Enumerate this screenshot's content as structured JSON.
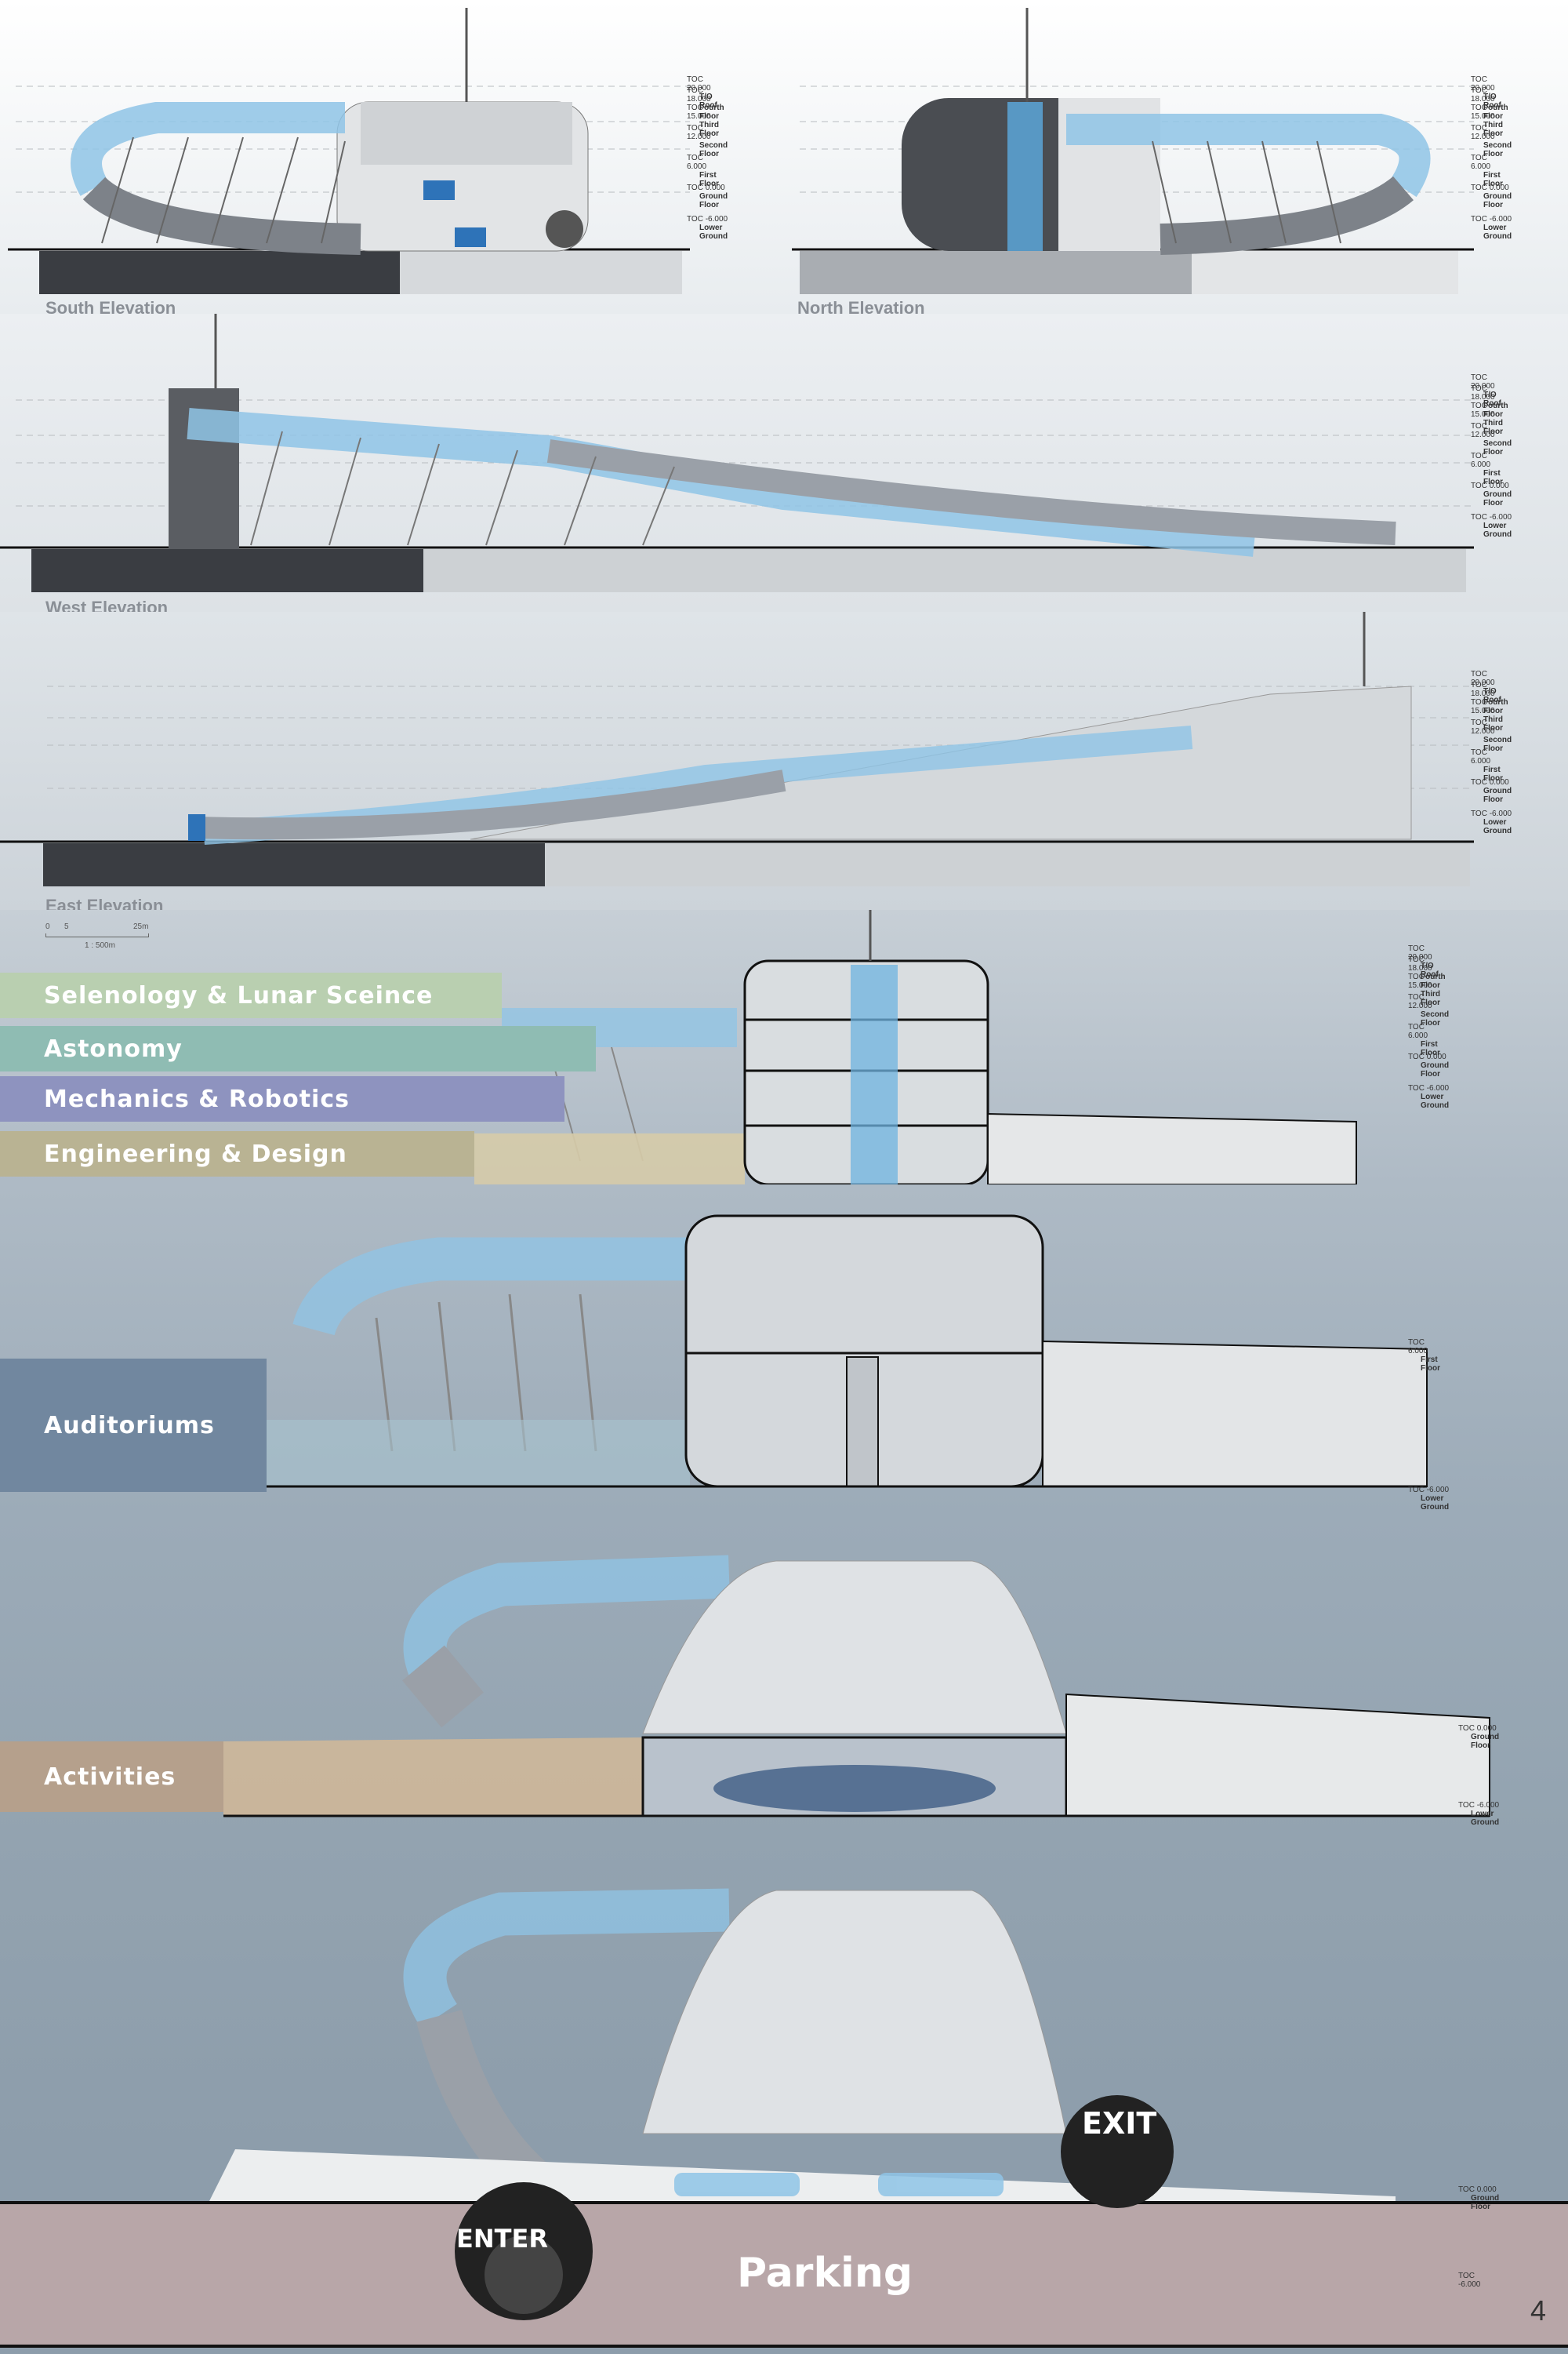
{
  "elevations": [
    {
      "id": "south",
      "label": "South Elevation"
    },
    {
      "id": "north",
      "label": "North Elevation"
    },
    {
      "id": "west",
      "label": "West Elevation"
    },
    {
      "id": "east",
      "label": "East Elevation"
    }
  ],
  "levels_full": [
    {
      "toc": "TOC 20.000",
      "name": "T/O Roof"
    },
    {
      "toc": "TOC 18.000",
      "name": "Fourth Floor"
    },
    {
      "toc": "TOC 15.000",
      "name": "Third Floor"
    },
    {
      "toc": "TOC 12.000",
      "name": "Second Floor"
    },
    {
      "toc": "TOC 6.000",
      "name": "First Floor"
    },
    {
      "toc": "TOC 0.000",
      "name": "Ground Floor"
    },
    {
      "toc": "TOC -6.000",
      "name": "Lower Ground"
    }
  ],
  "levels_aud": [
    {
      "toc": "TOC 6.000",
      "name": "First Floor"
    },
    {
      "toc": "TOC -6.000",
      "name": "Lower Ground"
    }
  ],
  "levels_act": [
    {
      "toc": "TOC 0.000",
      "name": "Ground Floor"
    },
    {
      "toc": "TOC -6.000",
      "name": "Lower Ground"
    }
  ],
  "levels_park": [
    {
      "toc": "TOC 0.000",
      "name": "Ground Floor"
    },
    {
      "toc": "TOC -6.000",
      "name": ""
    }
  ],
  "scale": {
    "ticks": [
      "0",
      "5",
      "25m"
    ],
    "ratio": "1 : 500m"
  },
  "programs": [
    {
      "label": "Selenology & Lunar Sceince",
      "color": "#b9cfb0"
    },
    {
      "label": "Astonomy",
      "color": "#8fbcb3"
    },
    {
      "label": "Mechanics & Robotics",
      "color": "#8e93bf"
    },
    {
      "label": "Engineering & Design",
      "color": "#b9b393"
    },
    {
      "label": "Auditoriums",
      "color": "#71879f"
    },
    {
      "label": "Activities",
      "color": "#b5a08c"
    }
  ],
  "exit_label": "EXIT",
  "enter_label": "ENTER",
  "parking_label": "Parking",
  "page_number": "4",
  "colors": {
    "glass": "#8fc4e6",
    "tube": "#9aa0a8",
    "dark": "#3a3d42",
    "sky": "#c9d1d9",
    "parking": "#b8a6a8"
  }
}
